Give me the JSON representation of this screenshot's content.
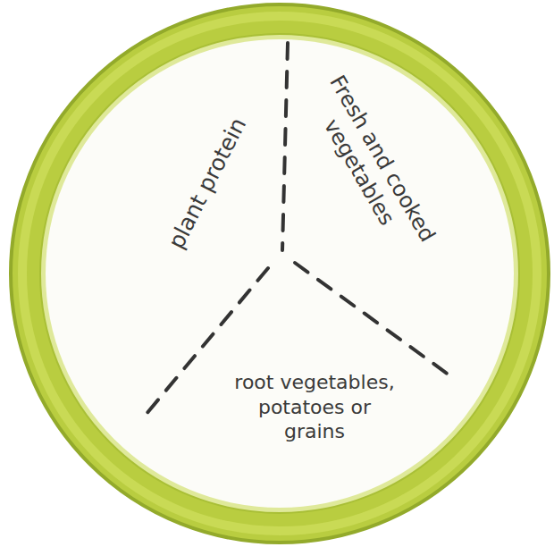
{
  "diagram": {
    "nodes": [
      {
        "text": [
          "plant protein"
        ]
      },
      {
        "text": [
          "Fresh and cooked vegetables"
        ]
      },
      {
        "text": [
          "root vegetables, potatoes or grains"
        ]
      }
    ]
  }
}
